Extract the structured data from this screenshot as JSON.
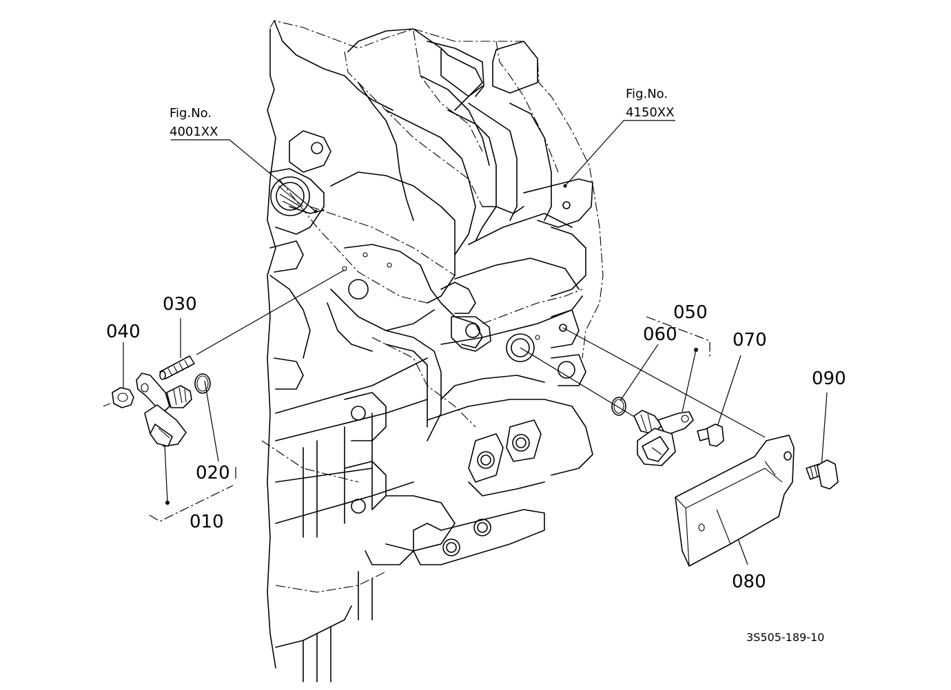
{
  "figure_refs": [
    {
      "line1": "Fig.No.",
      "line2": "4001XX"
    },
    {
      "line1": "Fig.No.",
      "line2": "4150XX"
    }
  ],
  "parts": {
    "p010": "010",
    "p020": "020",
    "p030": "030",
    "p040": "040",
    "p050": "050",
    "p060": "060",
    "p070": "070",
    "p080": "080",
    "p090": "090"
  },
  "drawing_code": "3S505-189-10"
}
